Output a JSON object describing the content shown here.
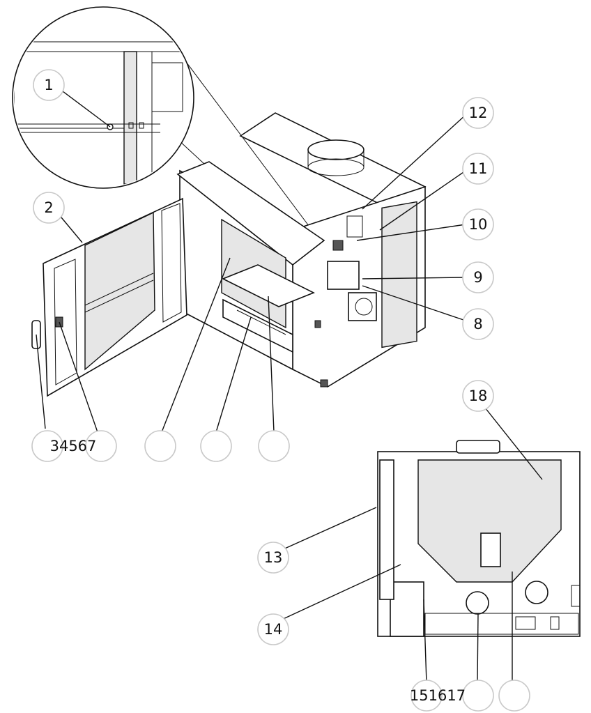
{
  "callouts": [
    {
      "id": "c1",
      "label": "1"
    },
    {
      "id": "c2",
      "label": "2"
    },
    {
      "id": "c34567",
      "label": "34567"
    },
    {
      "id": "c8",
      "label": "8"
    },
    {
      "id": "c9",
      "label": "9"
    },
    {
      "id": "c10",
      "label": "10"
    },
    {
      "id": "c11",
      "label": "11"
    },
    {
      "id": "c12",
      "label": "12"
    },
    {
      "id": "c13",
      "label": "13"
    },
    {
      "id": "c14",
      "label": "14"
    },
    {
      "id": "c151617",
      "label": "151617"
    },
    {
      "id": "c18",
      "label": "18"
    }
  ],
  "colors": {
    "line": "#111111",
    "bubble_stroke": "#c9c9c9",
    "shade": "#e6e6e6"
  }
}
